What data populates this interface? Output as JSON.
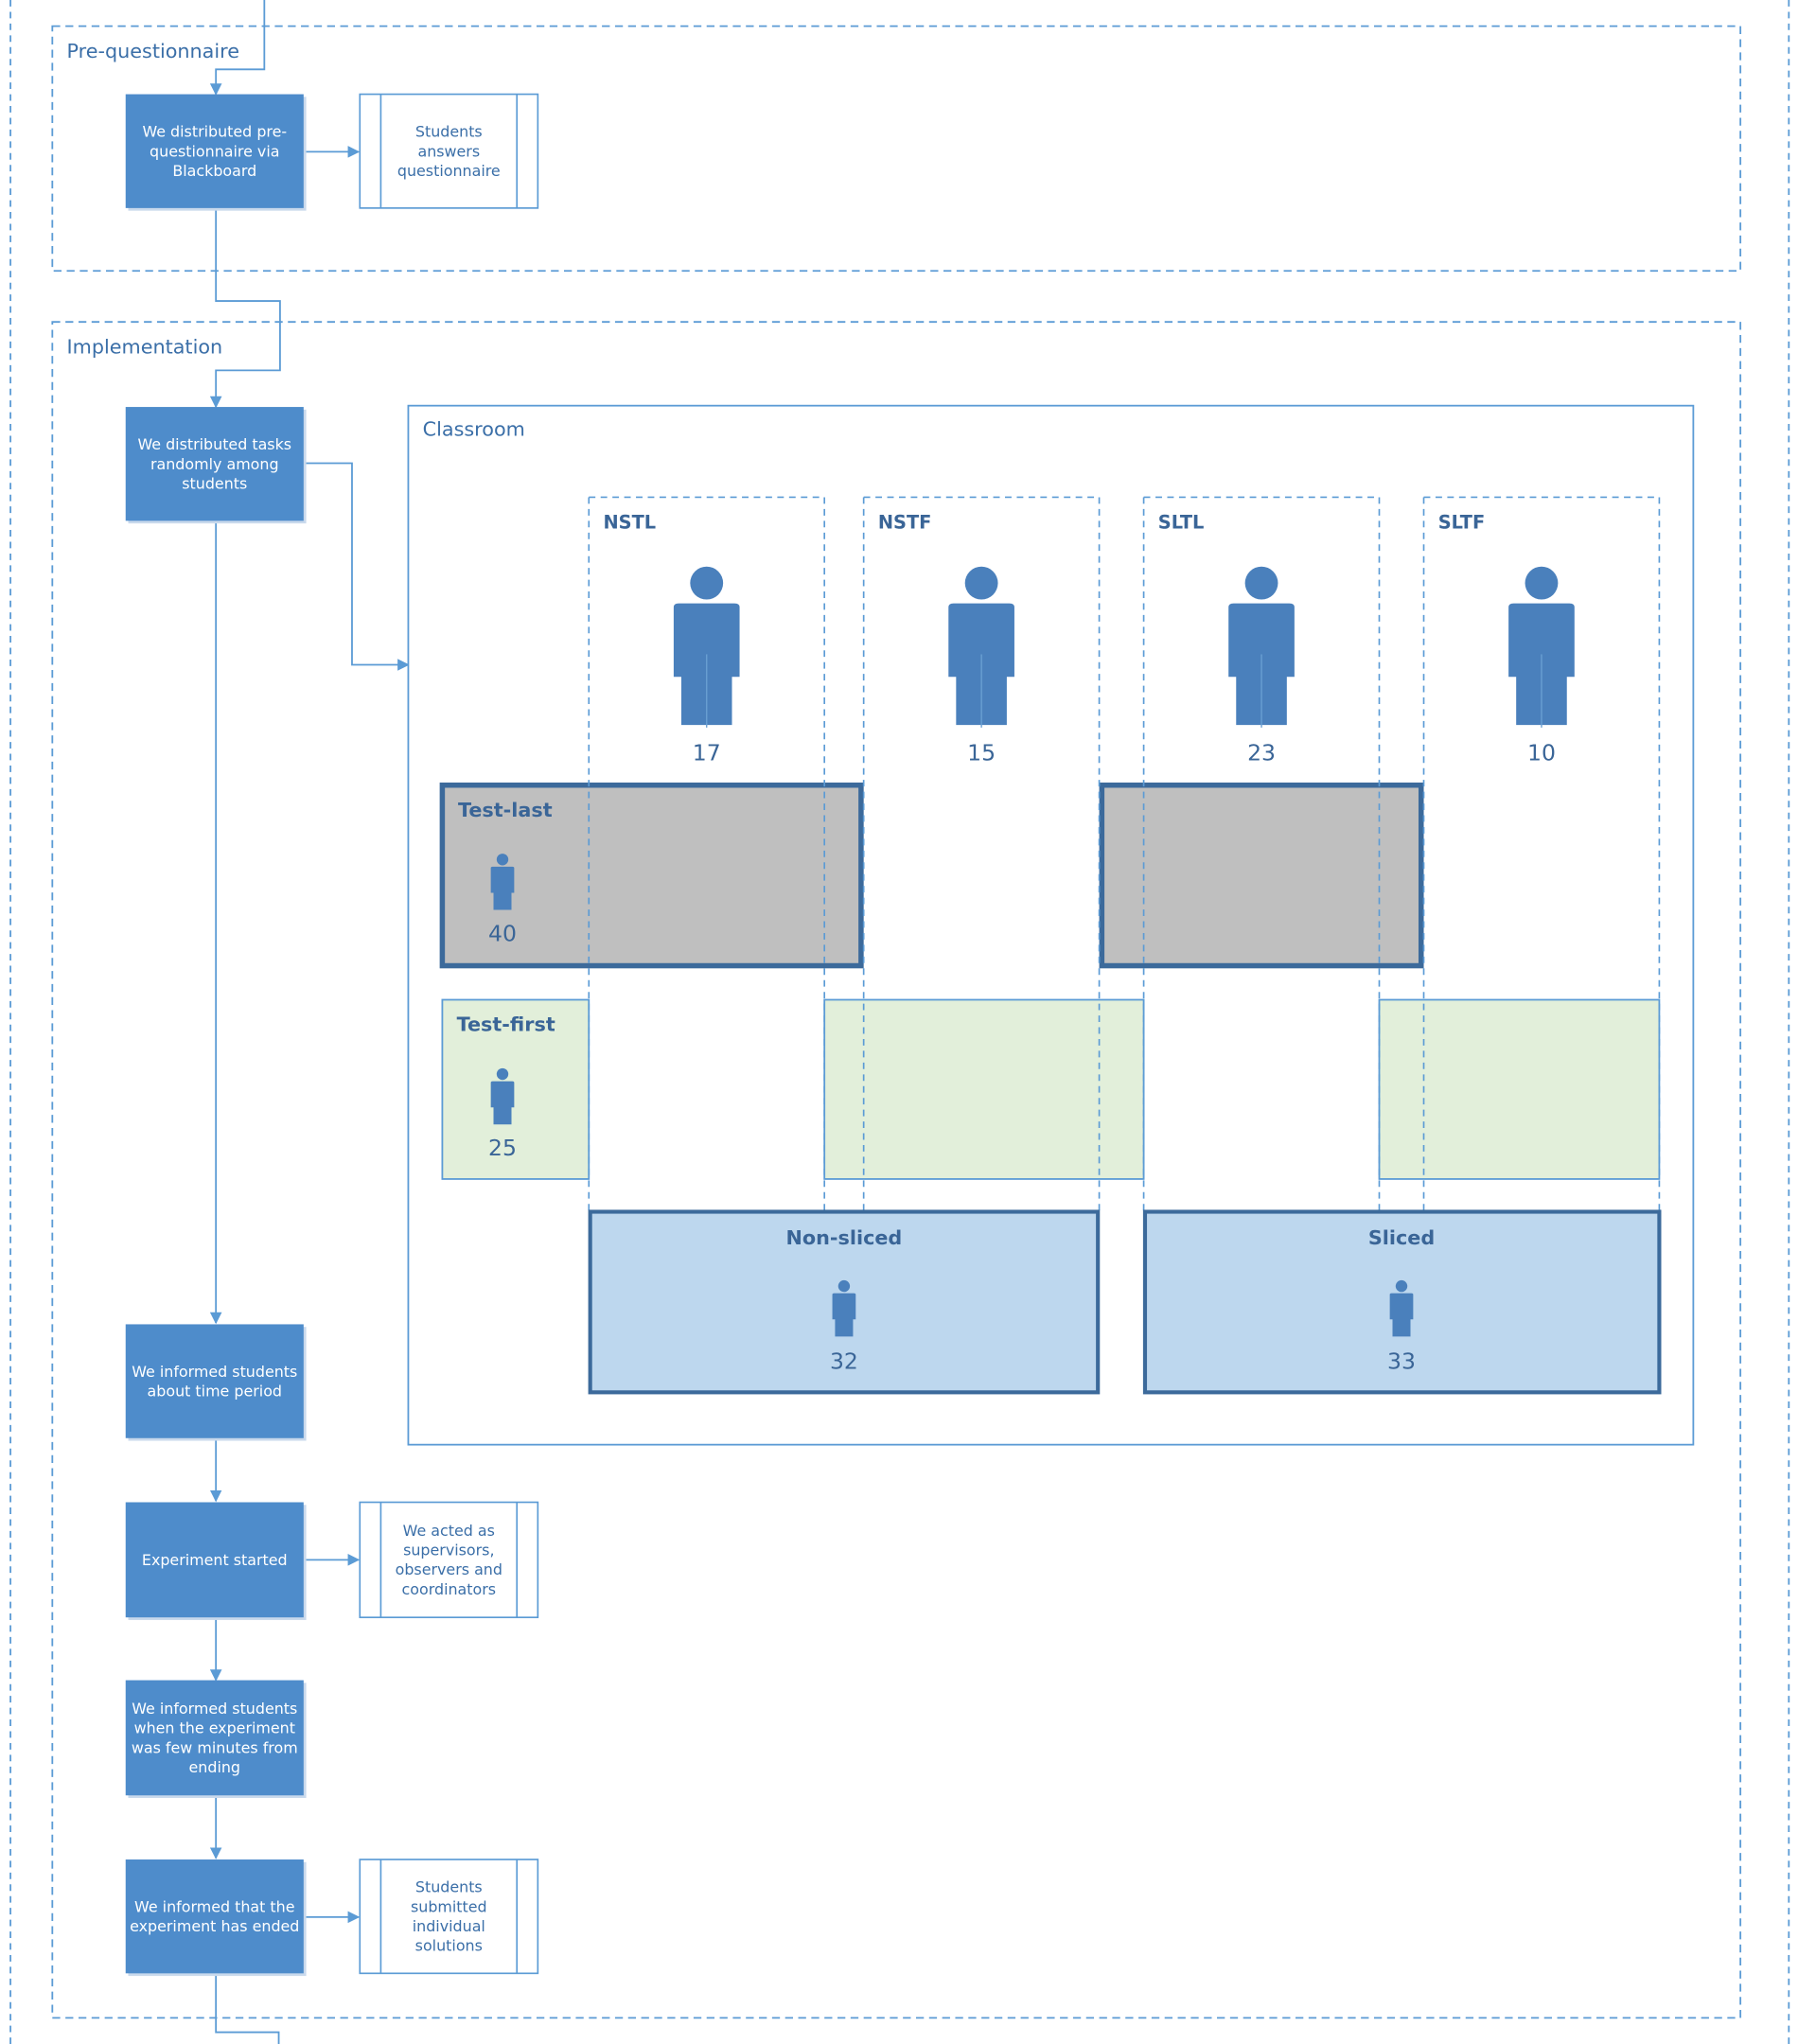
{
  "colors": {
    "process_fill": "#4e8ccb",
    "process_text": "#ffffff",
    "line": "#5b9bd5",
    "label_text": "#3b6fa8",
    "dark_text": "#3a6597",
    "person": "#4a80bc",
    "gray_fill": "#bfbfbf",
    "gray_border": "#3c6a9b",
    "green_fill": "#e2efda",
    "blue_fill": "#bdd7ee",
    "blue_border": "#3c6a9b",
    "doc_border": "#5b9bd5"
  },
  "sections": {
    "pre": {
      "label": "Pre-questionnaire"
    },
    "impl": {
      "label": "Implementation"
    }
  },
  "steps": [
    {
      "id": "step-distribute-prequestionnaire",
      "lines": [
        "We distributed pre-",
        "questionnaire via",
        "Blackboard"
      ]
    },
    {
      "id": "step-distribute-tasks",
      "lines": [
        "We distributed tasks",
        "randomly among",
        "students"
      ]
    },
    {
      "id": "step-inform-time",
      "lines": [
        "We informed students",
        "about time period"
      ]
    },
    {
      "id": "step-experiment-started",
      "lines": [
        "Experiment started"
      ]
    },
    {
      "id": "step-inform-ending",
      "lines": [
        "We informed students",
        "when the experiment",
        "was few minutes from",
        "ending"
      ]
    },
    {
      "id": "step-inform-ended",
      "lines": [
        "We informed that the",
        "experiment has ended"
      ]
    }
  ],
  "documents": [
    {
      "id": "doc-students-answers",
      "lines": [
        "Students",
        "answers",
        "questionnaire"
      ]
    },
    {
      "id": "doc-supervisors",
      "lines": [
        "We acted as",
        "supervisors,",
        "observers and",
        "coordinators"
      ]
    },
    {
      "id": "doc-submitted",
      "lines": [
        "Students",
        "submitted",
        "individual",
        "solutions"
      ]
    }
  ],
  "classroom": {
    "label": "Classroom",
    "groups": [
      {
        "name": "NSTL",
        "count": "17"
      },
      {
        "name": "NSTF",
        "count": "15"
      },
      {
        "name": "SLTL",
        "count": "23"
      },
      {
        "name": "SLTF",
        "count": "10"
      }
    ],
    "test_last": {
      "label": "Test-last",
      "count": "40"
    },
    "test_first": {
      "label": "Test-first",
      "count": "25"
    },
    "non_sliced": {
      "label": "Non-sliced",
      "count": "32"
    },
    "sliced": {
      "label": "Sliced",
      "count": "33"
    }
  }
}
